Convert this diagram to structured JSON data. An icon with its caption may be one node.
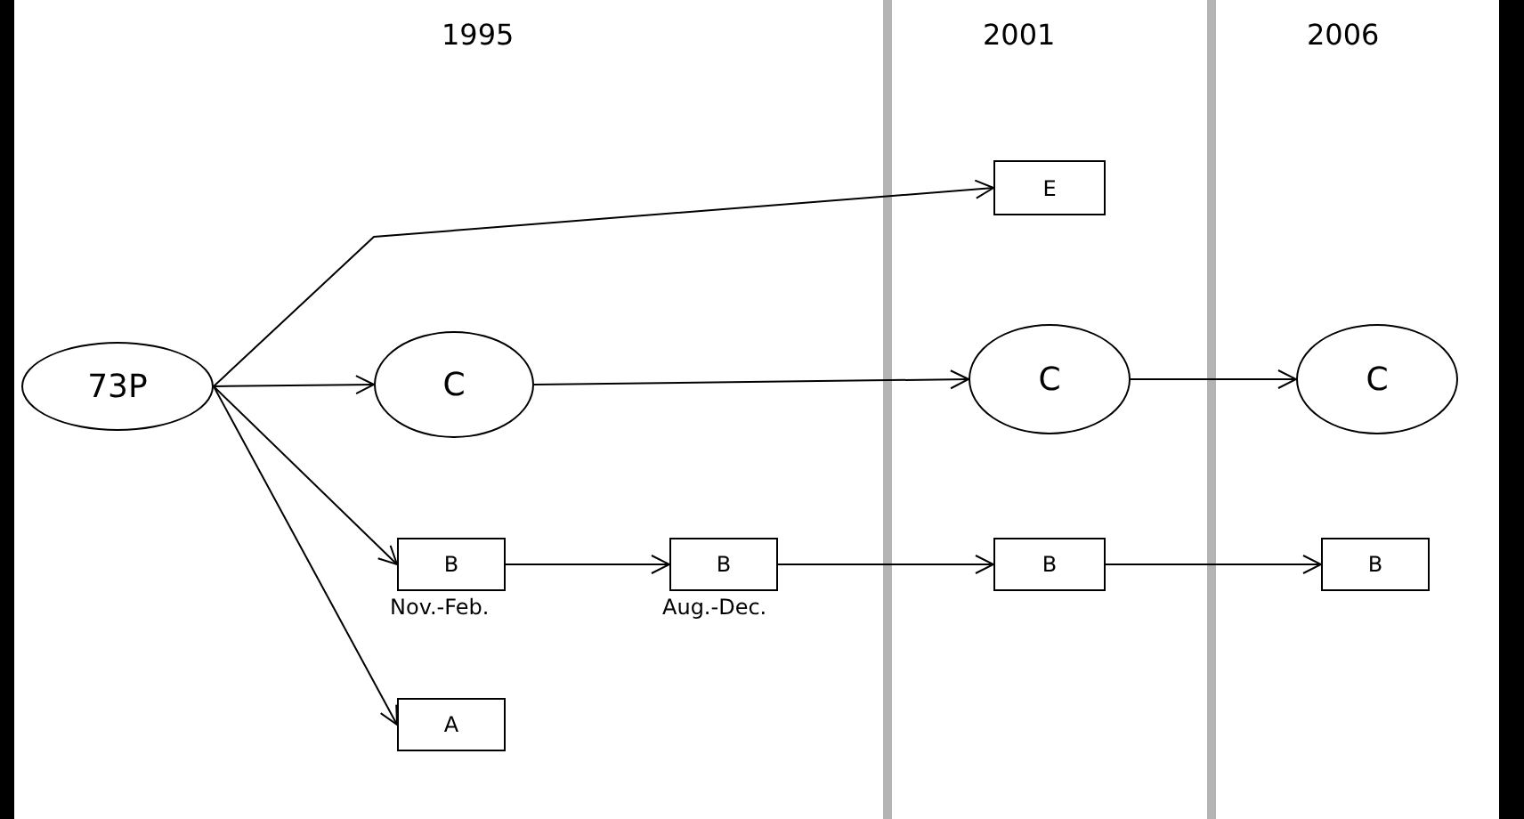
{
  "diagram": {
    "nodes": [
      {
        "text": [
          "73P"
        ]
      },
      {
        "text": [
          "C"
        ]
      },
      {
        "text": [
          "C"
        ]
      },
      {
        "text": [
          "C"
        ]
      },
      {
        "text": [
          "E"
        ]
      },
      {
        "text": [
          "B"
        ],
        "beside": [
          "Nov.-Feb."
        ]
      },
      {
        "text": [
          "B"
        ],
        "beside": [
          "Aug.-Dec."
        ]
      },
      {
        "text": [
          "B"
        ]
      },
      {
        "text": [
          "B"
        ]
      },
      {
        "text": [
          "A"
        ]
      }
    ],
    "edges": [
      {
        "from": 0,
        "to": 4,
        "arrow": "to"
      },
      {
        "from": 0,
        "to": 1,
        "arrow": "to"
      },
      {
        "from": 0,
        "to": 5,
        "arrow": "to"
      },
      {
        "from": 0,
        "to": 9,
        "arrow": "to"
      },
      {
        "from": 1,
        "to": 2,
        "arrow": "to"
      },
      {
        "from": 2,
        "to": 3,
        "arrow": "to"
      },
      {
        "from": 5,
        "to": 6,
        "arrow": "to"
      },
      {
        "from": 6,
        "to": 7,
        "arrow": "to"
      },
      {
        "from": 7,
        "to": 8,
        "arrow": "to"
      }
    ],
    "labels": [
      "1995",
      "2001",
      "2006"
    ]
  }
}
